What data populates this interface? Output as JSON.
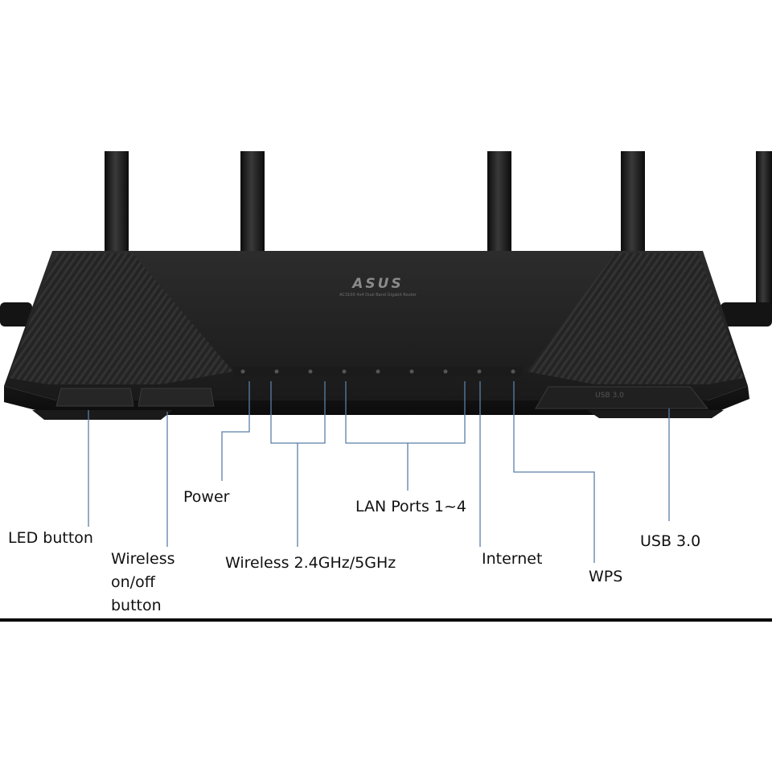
{
  "brand": {
    "logo": "ASUS",
    "model_line": "AC3100 4x4 Dual Band Gigabit Router"
  },
  "device": {
    "usb_port_label": "USB 3.0"
  },
  "callouts": {
    "led_button": "LED button",
    "wireless_button_line1": "Wireless",
    "wireless_button_line2": "on/off",
    "wireless_button_line3": "button",
    "power": "Power",
    "wireless_bands": "Wireless 2.4GHz/5GHz",
    "lan_ports": "LAN Ports 1~4",
    "internet": "Internet",
    "wps": "WPS",
    "usb": "USB 3.0"
  },
  "colors": {
    "router_body": "#1e1e1e",
    "router_panel": "#2a2a2a",
    "antenna": "#141414",
    "leader_line": "#5a7fa6",
    "label_text": "#111111",
    "rule": "#000000"
  }
}
